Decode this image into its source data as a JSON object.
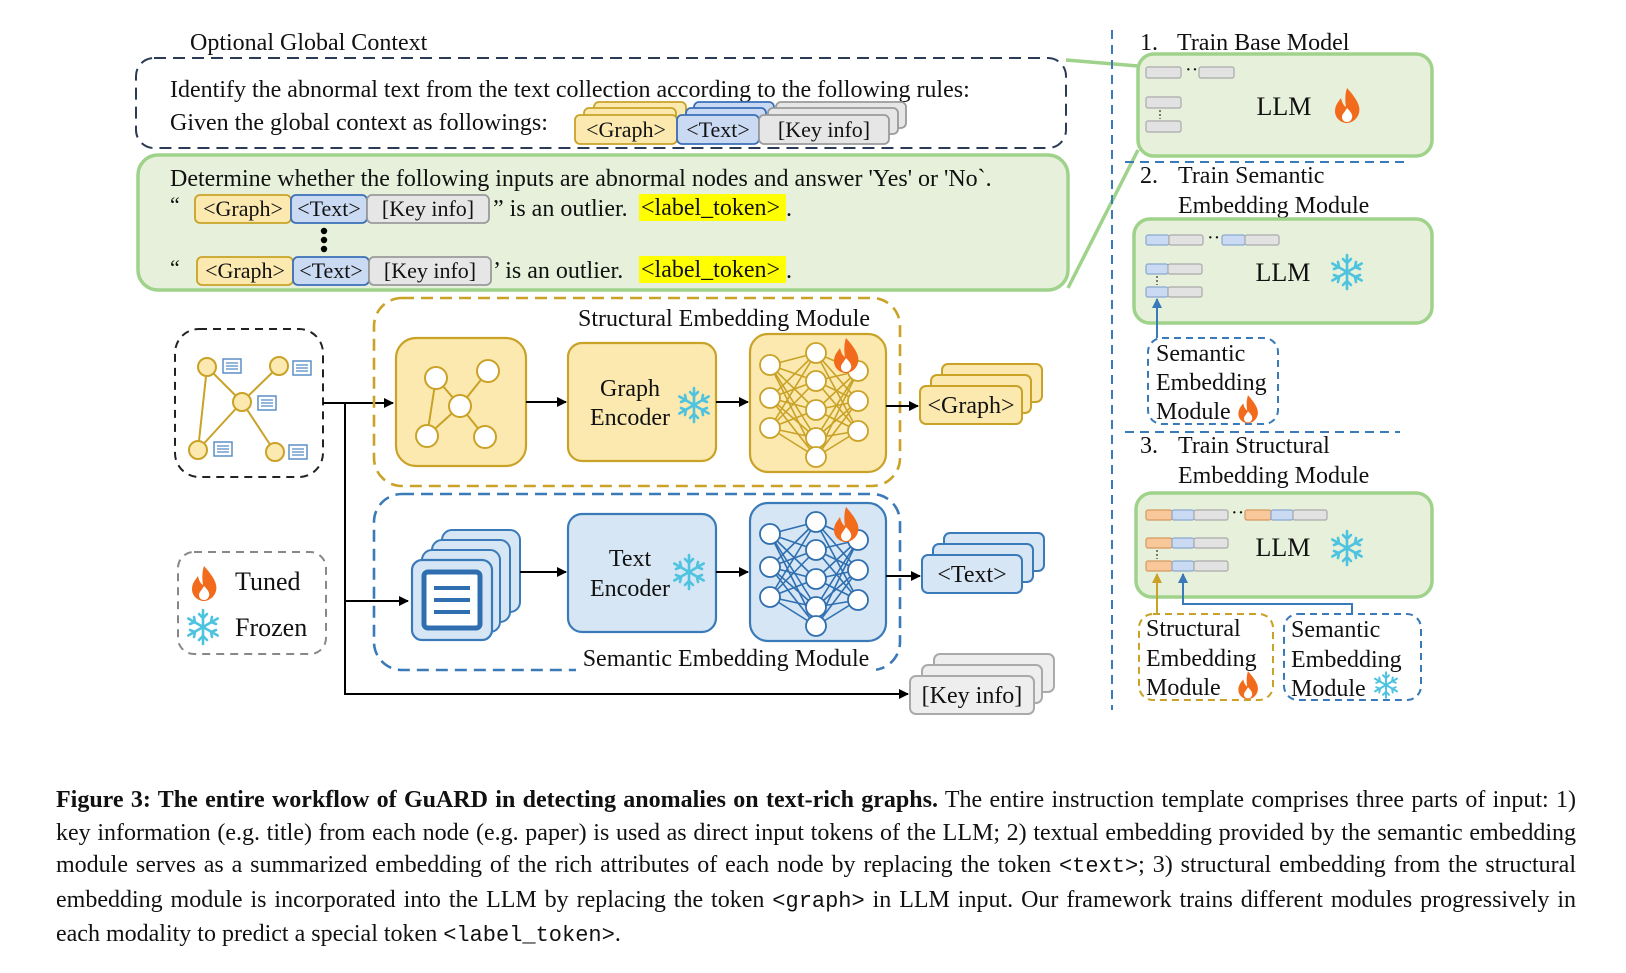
{
  "prompt": {
    "global_label": "Optional Global Context",
    "global_line1": "Identify the abnormal text from the text collection according to the following rules:",
    "global_line2": "Given the global context as followings:",
    "question": "Determine whether the following inputs are abnormal nodes and answer 'Yes' or 'No`.",
    "open_quote": "“",
    "close_quote1": "” is an outlier.",
    "close_quote2": "’ is an outlier.",
    "period": ".",
    "label_token": "<label_token>"
  },
  "tokens": {
    "graph": "<Graph>",
    "text": "<Text>",
    "key": "[Key info]"
  },
  "structural": {
    "title": "Structural Embedding Module",
    "encoder_l1": "Graph",
    "encoder_l2": "Encoder",
    "output": "<Graph>"
  },
  "semantic": {
    "title": "Semantic Embedding Module",
    "encoder_l1": "Text",
    "encoder_l2": "Encoder",
    "output": "<Text>"
  },
  "key_output": "[Key info]",
  "legend": {
    "tuned": "Tuned",
    "frozen": "Frozen"
  },
  "stages": {
    "s1": {
      "num": "1.",
      "title": "Train Base Model",
      "llm": "LLM"
    },
    "s2": {
      "num": "2.",
      "title_l1": "Train Semantic",
      "title_l2": "Embedding Module",
      "llm": "LLM",
      "module_l1": "Semantic",
      "module_l2": "Embedding",
      "module_l3": "Module"
    },
    "s3": {
      "num": "3.",
      "title_l1": "Train Structural",
      "title_l2": "Embedding Module",
      "llm": "LLM",
      "struct_l1": "Structural",
      "struct_l2": "Embedding",
      "struct_l3": "Module",
      "sem_l1": "Semantic",
      "sem_l2": "Embedding",
      "sem_l3": "Module"
    }
  },
  "caption": {
    "bold": "Figure 3: The entire workflow of GuARD in detecting anomalies on text-rich graphs.",
    "p1": " The entire instruction template comprises three parts of input: 1) key information (e.g. title) from each node (e.g. paper) is used as direct input tokens of the LLM; 2) textual embedding provided by the semantic embedding module serves as a summarized embedding of the rich attributes of each node by replacing the token ",
    "code1": "<text>",
    "p2": "; 3) structural embedding from the structural embedding module is incorporated into the LLM by replacing the token ",
    "code2": "<graph>",
    "p3": " in LLM input. Our framework trains different modules progressively in each modality to predict a special token ",
    "code3": "<label_token>",
    "p4": "."
  },
  "colors": {
    "green_fill": "#e6f0da",
    "green_stroke": "#9fd28a",
    "yellow_fill": "#fbe9b0",
    "yellow_stroke": "#c9a227",
    "blue_fill": "#d6e6f5",
    "blue_stroke": "#3a7ab8",
    "gray_fill": "#e6e6e6",
    "highlight": "#ffff00"
  }
}
